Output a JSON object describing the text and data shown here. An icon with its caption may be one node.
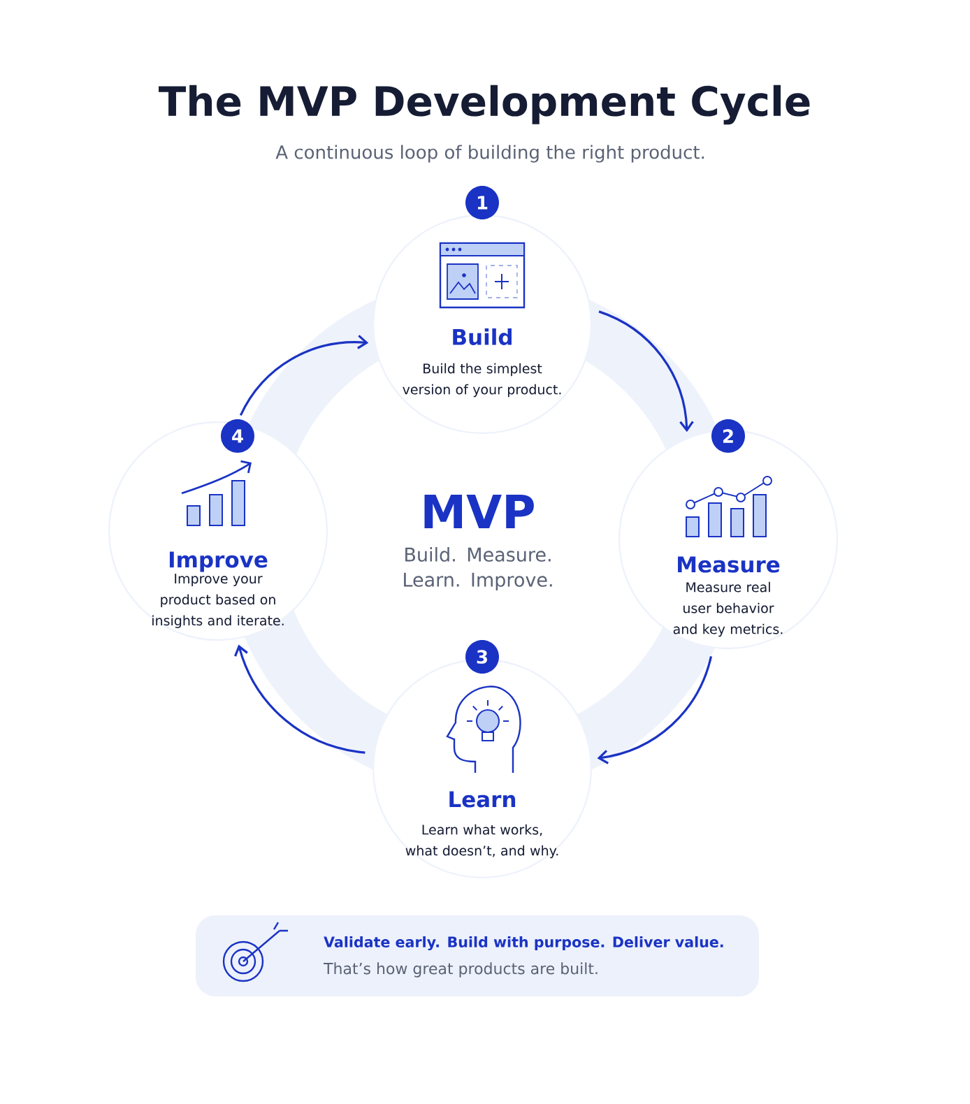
{
  "diagram": {
    "title": "The MVP Development Cycle",
    "nodes": [
      {
        "text": [
          "1",
          "Build",
          "Build the simplest version of your product."
        ]
      },
      {
        "text": [
          "2",
          "Measure",
          "Measure real user behavior and key metrics."
        ]
      },
      {
        "text": [
          "3",
          "Learn",
          "Learn what works, what doesn’t, and why."
        ]
      },
      {
        "text": [
          "4",
          "Improve",
          "Improve your product based on insights and iterate."
        ]
      },
      {
        "text": [
          "Validate early. Build with purpose. Deliver value.",
          "That’s how great products are built."
        ]
      }
    ],
    "edges": [
      {
        "from": 0,
        "to": 1,
        "arrow": "to"
      },
      {
        "from": 1,
        "to": 2,
        "arrow": "to"
      },
      {
        "from": 2,
        "to": 3,
        "arrow": "to"
      },
      {
        "from": 3,
        "to": 0,
        "arrow": "to"
      }
    ],
    "labels": [
      "A continuous loop of building the right product.",
      "MVP",
      "Build. Measure. Learn. Improve."
    ]
  }
}
